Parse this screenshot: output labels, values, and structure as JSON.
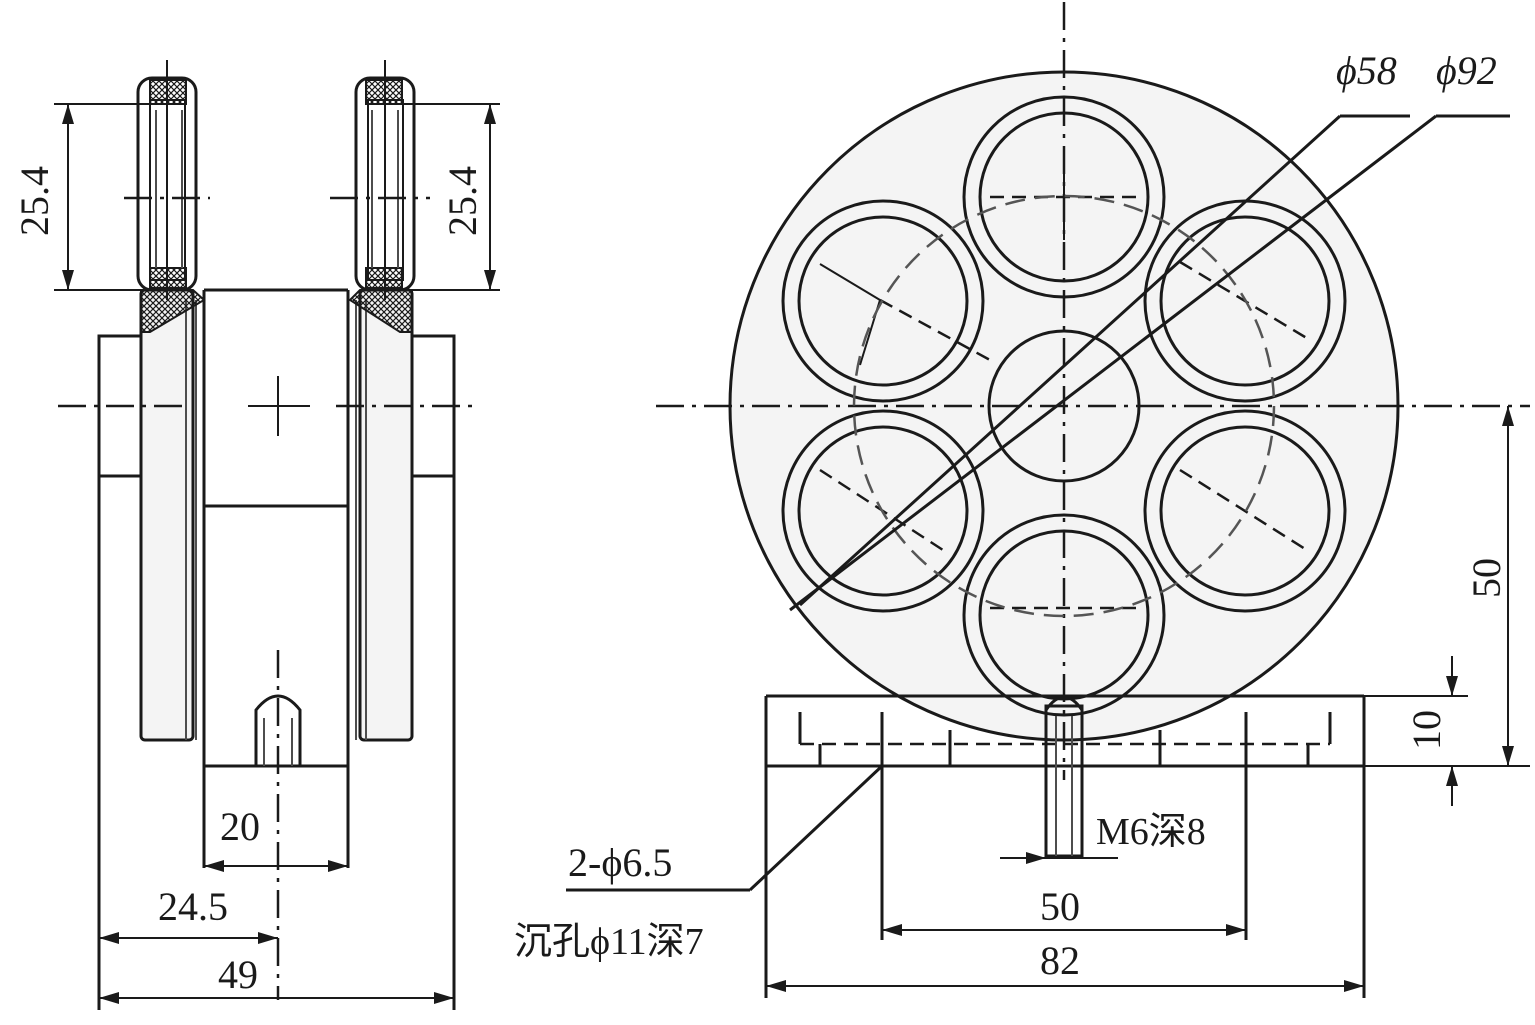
{
  "side_view": {
    "dim_height_left": "25.4",
    "dim_height_right": "25.4",
    "dim_20": "20",
    "dim_24_5": "24.5",
    "dim_49": "49"
  },
  "front_view": {
    "dia_58": "ϕ58",
    "dia_92": "ϕ92",
    "dim_50_vertical": "50",
    "dim_10": "10",
    "thread_label": "M6深8",
    "hole_label_1": "2-ϕ6.5",
    "hole_label_2": "沉孔ϕ11深7",
    "dim_50_horizontal": "50",
    "dim_82": "82"
  }
}
